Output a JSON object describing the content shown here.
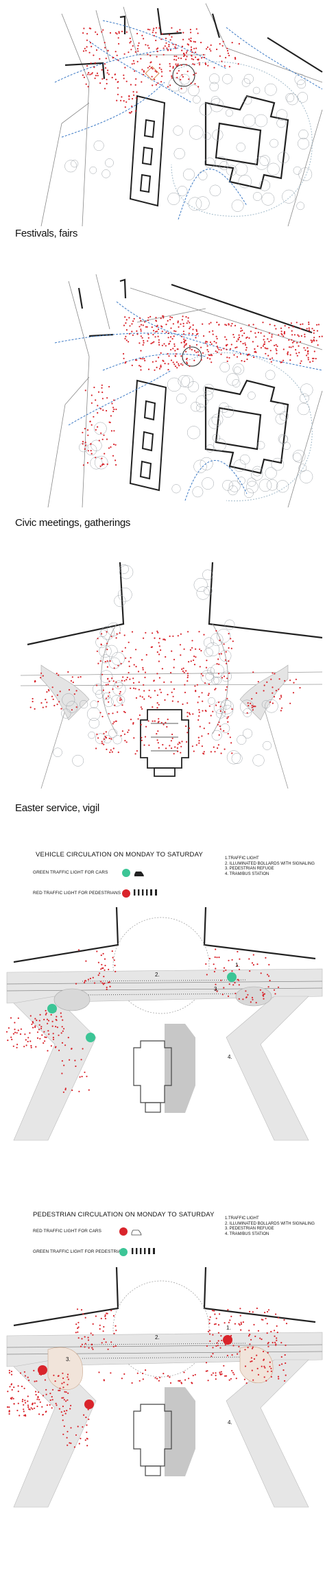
{
  "captions": {
    "festivals": "Festivals, fairs",
    "civic": "Civic meetings, gatherings",
    "easter": "Easter service, vigil"
  },
  "vehicle": {
    "title": "VEHICLE CIRCULATION ON MONDAY TO SATURDAY",
    "legend": [
      {
        "label": "GREEN TRAFFIC LIGHT FOR CARS",
        "color": "#3cc596",
        "icon": "car-icon"
      },
      {
        "label": "RED TRAFFIC LIGHT FOR PEDESTRIANS",
        "color": "#d9242b",
        "icon": "pedestrians-icon"
      }
    ],
    "notes": [
      "1.TRAFFIC LIGHT",
      "2. ILLUMINATED BOLLARDS WITH SIGNALING",
      "3. PEDESTRIAN REFUGE",
      "4. TRAM/BUS STATION"
    ],
    "markers": [
      "1.",
      "2.",
      "3.",
      "4."
    ]
  },
  "pedestrian": {
    "title": "PEDESTRIAN CIRCULATION ON MONDAY TO SATURDAY",
    "legend": [
      {
        "label": "RED TRAFFIC LIGHT FOR CARS",
        "color": "#d9242b",
        "icon": "car-icon"
      },
      {
        "label": "GREEN TRAFFIC LIGHT FOR PEDESTRIANS",
        "color": "#3cc596",
        "icon": "pedestrians-icon"
      }
    ],
    "notes": [
      "1.TRAFFIC LIGHT",
      "2. ILLUMINATED BOLLARDS WITH SIGNALING",
      "3. PEDESTRIAN REFUGE",
      "4. TRAM/BUS STATION"
    ],
    "markers": [
      "1.",
      "2.",
      "3.",
      "4."
    ]
  },
  "colors": {
    "crowd": "#d9242b",
    "flow": "#3a78c4",
    "green_light": "#3cc596",
    "red_light": "#d9242b",
    "building": "#222222",
    "tree": "#9aa0a6"
  }
}
